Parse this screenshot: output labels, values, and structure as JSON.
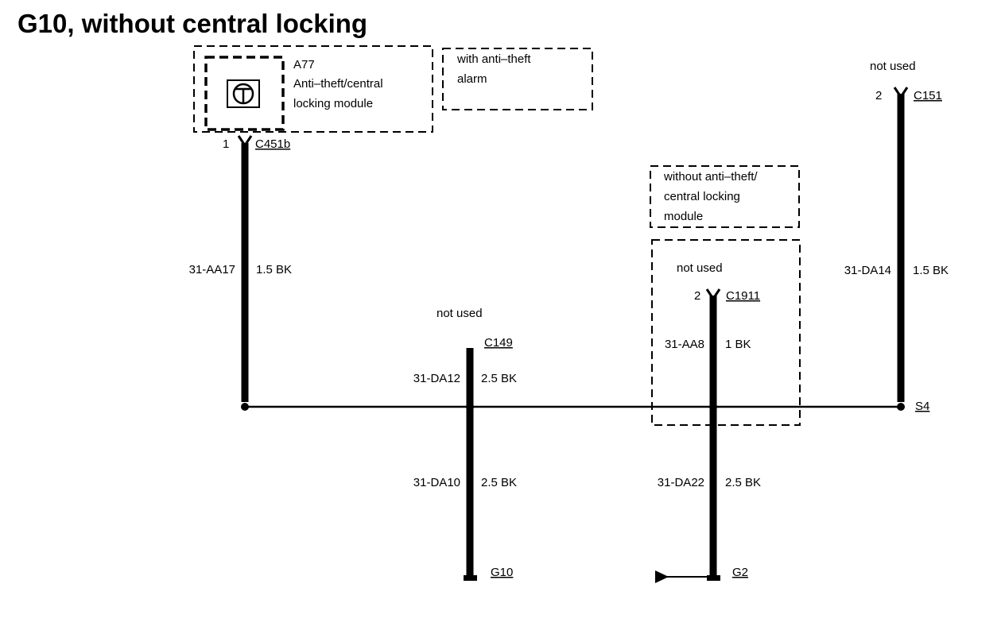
{
  "title": "G10, without central locking",
  "module": {
    "id": "A77",
    "name_line1": "Anti–theft/central",
    "name_line2": "locking module"
  },
  "notes": {
    "with_alarm_line1": "with anti–theft",
    "with_alarm_line2": "alarm",
    "without_module_line1": "without anti–theft/",
    "without_module_line2": "central locking",
    "without_module_line3": "module"
  },
  "connectors": {
    "c451b": {
      "pin": "1",
      "name": "C451b"
    },
    "c149": {
      "name": "C149",
      "status": "not used"
    },
    "c1911": {
      "pin": "2",
      "name": "C1911",
      "status": "not used"
    },
    "c151": {
      "pin": "2",
      "name": "C151",
      "status": "not used"
    }
  },
  "wires": {
    "aa17": {
      "circuit": "31-AA17",
      "spec": "1.5 BK"
    },
    "da12": {
      "circuit": "31-DA12",
      "spec": "2.5 BK"
    },
    "aa8": {
      "circuit": "31-AA8",
      "spec": "1 BK"
    },
    "da14": {
      "circuit": "31-DA14",
      "spec": "1.5 BK"
    },
    "da10": {
      "circuit": "31-DA10",
      "spec": "2.5 BK"
    },
    "da22": {
      "circuit": "31-DA22",
      "spec": "2.5 BK"
    }
  },
  "splice": "S4",
  "grounds": {
    "g10": "G10",
    "g2": "G2"
  }
}
